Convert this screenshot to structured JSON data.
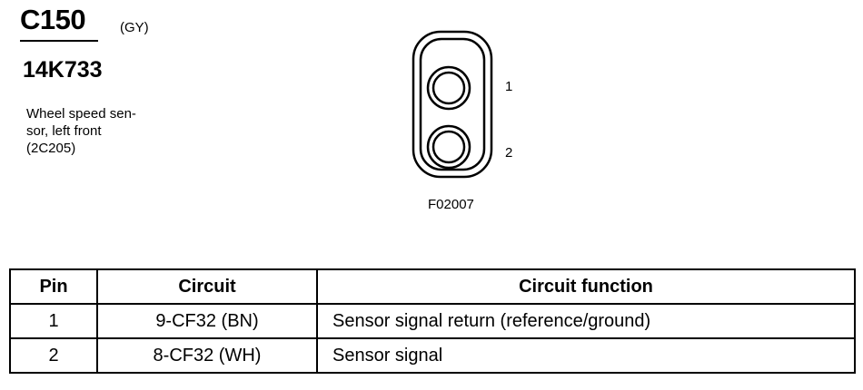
{
  "header": {
    "connector_id": "C150",
    "color_code": "(GY)",
    "part_number": "14K733",
    "description_lines": [
      "Wheel speed sen-",
      "sor, left front",
      "(2C205)"
    ]
  },
  "diagram": {
    "pin_labels": [
      "1",
      "2"
    ],
    "figure_id": "F02007"
  },
  "table": {
    "headers": [
      "Pin",
      "Circuit",
      "Circuit function"
    ],
    "rows": [
      {
        "pin": "1",
        "circuit": "9-CF32 (BN)",
        "function": "Sensor signal return (reference/ground)"
      },
      {
        "pin": "2",
        "circuit": "8-CF32 (WH)",
        "function": "Sensor signal"
      }
    ]
  }
}
